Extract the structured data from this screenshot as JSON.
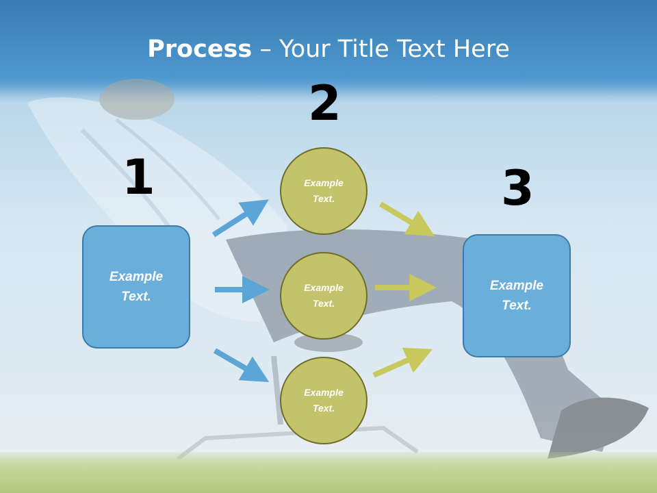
{
  "title": {
    "bold": "Process",
    "rest": " – Your Title Text Here"
  },
  "steps": [
    {
      "number": "1",
      "text_line1": "Example",
      "text_line2": "Text."
    },
    {
      "number": "2"
    },
    {
      "number": "3",
      "text_line1": "Example",
      "text_line2": "Text."
    }
  ],
  "circles": [
    {
      "line1": "Example",
      "line2": "Text."
    },
    {
      "line1": "Example",
      "line2": "Text."
    },
    {
      "line1": "Example",
      "line2": "Text."
    }
  ],
  "colors": {
    "box_fill": "#6aaedb",
    "box_border": "#3e7aa7",
    "circle_fill": "#c2c36a",
    "circle_border": "#6e6c27",
    "blue_arrow": "#5ba6d6",
    "olive_arrow": "#c9c85c"
  }
}
